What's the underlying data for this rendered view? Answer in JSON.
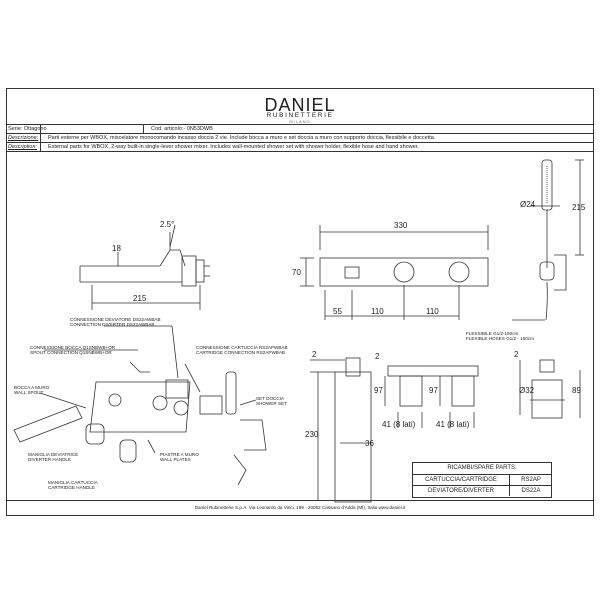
{
  "logo": {
    "brand": "DANIEL",
    "sub": "RUBINETTERIE",
    "city": "MILANO"
  },
  "info": {
    "serie_label": "Serie: Ottagono",
    "code_label": "Cod. articolo:- 0N53DWB",
    "descr_it_label": "Descrizione:",
    "descr_it": "Parti esterne per WBOX, miscelatore monocomando incasso doccia 2 vie. Include bocca a muro e set doccia a muro con supporto doccia, flessibile e doccetta.",
    "descr_en_label": "Description:",
    "descr_en": "External parts for WBOX, 2-way built-in single-lever shower mixer. Includes wall-mounted shower set with shower holder, flexible hose and hand shower."
  },
  "dims": {
    "spout_angle": "2.5°",
    "spout_h": "18",
    "spout_len": "215",
    "plate_w": "330",
    "plate_h": "70",
    "d55": "55",
    "d110a": "110",
    "d110b": "110",
    "shower_d": "Ø24",
    "shower_len": "215",
    "box_2a": "2",
    "box_230": "230",
    "box_36": "36",
    "box_97a": "97",
    "box_97b": "97",
    "box_2b": "2",
    "box_41a": "41 (8 lati)",
    "box_41b": "41 (8 lati)",
    "holder_2": "2",
    "holder_d": "Ø32",
    "holder_89": "89"
  },
  "labels": {
    "conn_diverter_it": "CONNESSIONE DEVIATORE DS22AWBAB",
    "conn_diverter_en": "CONNECTION DIVERTER DS22AWBAB",
    "conn_spout_it": "CONNESSIONE BOCCA Q1SNBWB+OR",
    "conn_spout_en": "SPOUT CONNECTION Q1SNBWB+OR",
    "conn_cart_it": "CONNESSIONE CARTUCCIA RS2APWBAB",
    "conn_cart_en": "CARTRIDGE CONNECTION RS2APWBAB",
    "spout_it": "BOCCA A MURO",
    "spout_en": "WALL SPOUT",
    "set_it": "SET DOCCIA",
    "set_en": "SHOWER SET",
    "div_handle_it": "MANIGLIA DEVIATRICE",
    "div_handle_en": "DIVERTER HANDLE",
    "plates_it": "PIASTRE A MURO",
    "plates_en": "WALL PLATES",
    "cart_handle_it": "MANIGLIA CARTUCCIA",
    "cart_handle_en": "CARTRIDGE HANDLE",
    "hose_it": "FLESSIBILE G1/2-150cm",
    "hose_en": "FLEXIBLE HOSES G1/2 - 150cm"
  },
  "parts": {
    "header": "RICAMBI/SPARE PARTS:",
    "rows": [
      {
        "name": "CARTUCCIA/CARTRIDGE",
        "code": "RS2AP"
      },
      {
        "name": "DEVIATORE/DIVERTER",
        "code": "DS22A"
      }
    ]
  },
  "footer": "Daniel Rubinetterie S.p.A. Via Leonardo da Vinci, 199 - 20062 Cassano d'Adda (MI), Italia www.daniel.it"
}
